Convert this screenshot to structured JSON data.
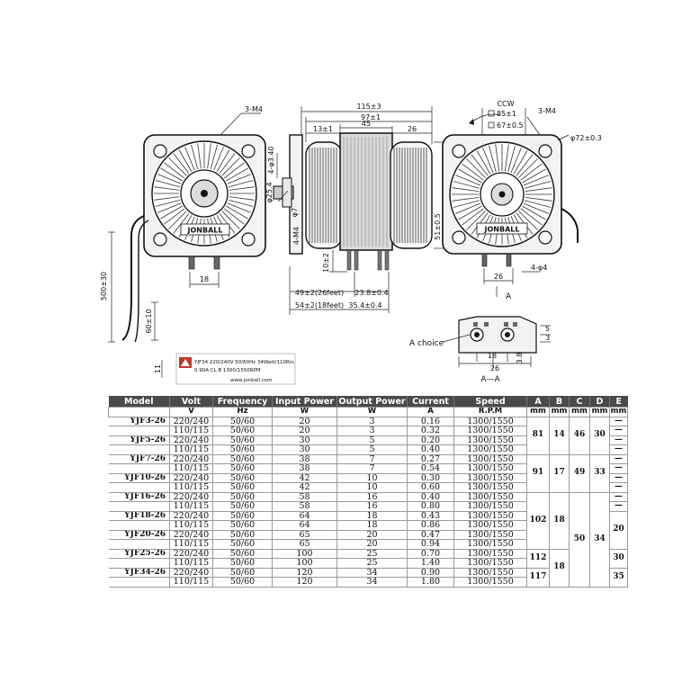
{
  "drawing": {
    "front_view": {
      "mount_label": "3-M4",
      "brand": "JONBALL",
      "cable_length": "500±30",
      "lead_strip": "60±10",
      "terminal_spacing": "18",
      "bottom_dim": "11"
    },
    "side_view": {
      "overall_length": "115±3",
      "body_length": "97±1",
      "width_13": "13±1",
      "width_45": "45",
      "width_26": "26",
      "mount_ear": "4-φ3.40",
      "shaft_diameter": "φ25.4",
      "shaft_7": "φ7",
      "shaft_m4": "4-M4",
      "height": "51±0.5",
      "height_10": "10±2",
      "dim_49": "49±2(26feet)",
      "dim_23_8": "23.8±0.4",
      "dim_54": "54±2(18feet)",
      "dim_35_4": "35.4±0.4"
    },
    "rear_view": {
      "ccw": "CCW",
      "square_85": "85±1",
      "square_67": "67±0.5",
      "mount_label": "3-M4",
      "diameter": "φ72±0.3",
      "brand": "JONBALL",
      "dim_26": "26",
      "slot": "4-φ4",
      "section_mark": "A"
    },
    "section_detail": {
      "choice_label": "A choice",
      "dim_5": "5",
      "dim_3": "3",
      "dim_18": "18",
      "dim_26": "26",
      "dim_3_8": "3.8",
      "caption": "A—A"
    },
    "nameplate": {
      "line1": "YJF34  220/240V  50/60Hz  34Watt/110Rin",
      "line2": "0.90A  CL B  1300/1550RPM",
      "line3": "www.jonball.com"
    }
  },
  "spec_table": {
    "headers": [
      "Model",
      "Volt",
      "Frequency",
      "Input Power",
      "Output Power",
      "Current",
      "Speed",
      "A",
      "B",
      "C",
      "D",
      "E"
    ],
    "units": [
      "",
      "V",
      "Hz",
      "W",
      "W",
      "A",
      "R.P.M",
      "mm",
      "mm",
      "mm",
      "mm",
      "mm"
    ],
    "rows": [
      {
        "model": "YJF3-26",
        "volt": "220/240",
        "hz": "50/60",
        "in": "20",
        "out": "3",
        "amp": "0.16",
        "rpm": "1300/1550",
        "e": "—"
      },
      {
        "model": "",
        "volt": "110/115",
        "hz": "50/60",
        "in": "20",
        "out": "3",
        "amp": "0.32",
        "rpm": "1300/1550",
        "e": "—"
      },
      {
        "model": "YJF5-26",
        "volt": "220/240",
        "hz": "50/60",
        "in": "30",
        "out": "5",
        "amp": "0.20",
        "rpm": "1300/1550",
        "e": "—"
      },
      {
        "model": "",
        "volt": "110/115",
        "hz": "50/60",
        "in": "30",
        "out": "5",
        "amp": "0.40",
        "rpm": "1300/1550",
        "e": "—"
      },
      {
        "model": "YJF7-26",
        "volt": "220/240",
        "hz": "50/60",
        "in": "38",
        "out": "7",
        "amp": "0.27",
        "rpm": "1300/1550",
        "e": "—"
      },
      {
        "model": "",
        "volt": "110/115",
        "hz": "50/60",
        "in": "38",
        "out": "7",
        "amp": "0.54",
        "rpm": "1300/1550",
        "e": "—"
      },
      {
        "model": "YJF10-26",
        "volt": "220/240",
        "hz": "50/60",
        "in": "42",
        "out": "10",
        "amp": "0.30",
        "rpm": "1300/1550",
        "e": "—"
      },
      {
        "model": "",
        "volt": "110/115",
        "hz": "50/60",
        "in": "42",
        "out": "10",
        "amp": "0.60",
        "rpm": "1300/1550",
        "e": "—"
      },
      {
        "model": "YJF16-26",
        "volt": "220/240",
        "hz": "50/60",
        "in": "58",
        "out": "16",
        "amp": "0.40",
        "rpm": "1300/1550",
        "e": "—"
      },
      {
        "model": "",
        "volt": "110/115",
        "hz": "50/60",
        "in": "58",
        "out": "16",
        "amp": "0.80",
        "rpm": "1300/1550",
        "e": "—"
      },
      {
        "model": "YJF18-26",
        "volt": "220/240",
        "hz": "50/60",
        "in": "64",
        "out": "18",
        "amp": "0.43",
        "rpm": "1300/1550"
      },
      {
        "model": "",
        "volt": "110/115",
        "hz": "50/60",
        "in": "64",
        "out": "18",
        "amp": "0.86",
        "rpm": "1300/1550"
      },
      {
        "model": "YJF20-26",
        "volt": "220/240",
        "hz": "50/60",
        "in": "65",
        "out": "20",
        "amp": "0.47",
        "rpm": "1300/1550"
      },
      {
        "model": "",
        "volt": "110/115",
        "hz": "50/60",
        "in": "65",
        "out": "20",
        "amp": "0.94",
        "rpm": "1300/1550"
      },
      {
        "model": "YJF25-26",
        "volt": "220/240",
        "hz": "50/60",
        "in": "100",
        "out": "25",
        "amp": "0.70",
        "rpm": "1300/1550"
      },
      {
        "model": "",
        "volt": "110/115",
        "hz": "50/60",
        "in": "100",
        "out": "25",
        "amp": "1.40",
        "rpm": "1300/1550"
      },
      {
        "model": "YJF34-26",
        "volt": "220/240",
        "hz": "50/60",
        "in": "120",
        "out": "34",
        "amp": "0.90",
        "rpm": "1300/1550"
      },
      {
        "model": "",
        "volt": "110/115",
        "hz": "50/60",
        "in": "120",
        "out": "34",
        "amp": "1.80",
        "rpm": "1300/1550"
      }
    ],
    "merged": {
      "a_81": "81",
      "b_14": "14",
      "c_46": "46",
      "d_30": "30",
      "a_91": "91",
      "b_17": "17",
      "c_49": "49",
      "d_33": "33",
      "a_102": "102",
      "b_18a": "18",
      "c_50": "50",
      "d_34": "34",
      "e_20": "20",
      "a_112": "112",
      "b_18b": "18",
      "e_30": "30",
      "a_117": "117",
      "e_35": "35"
    }
  }
}
